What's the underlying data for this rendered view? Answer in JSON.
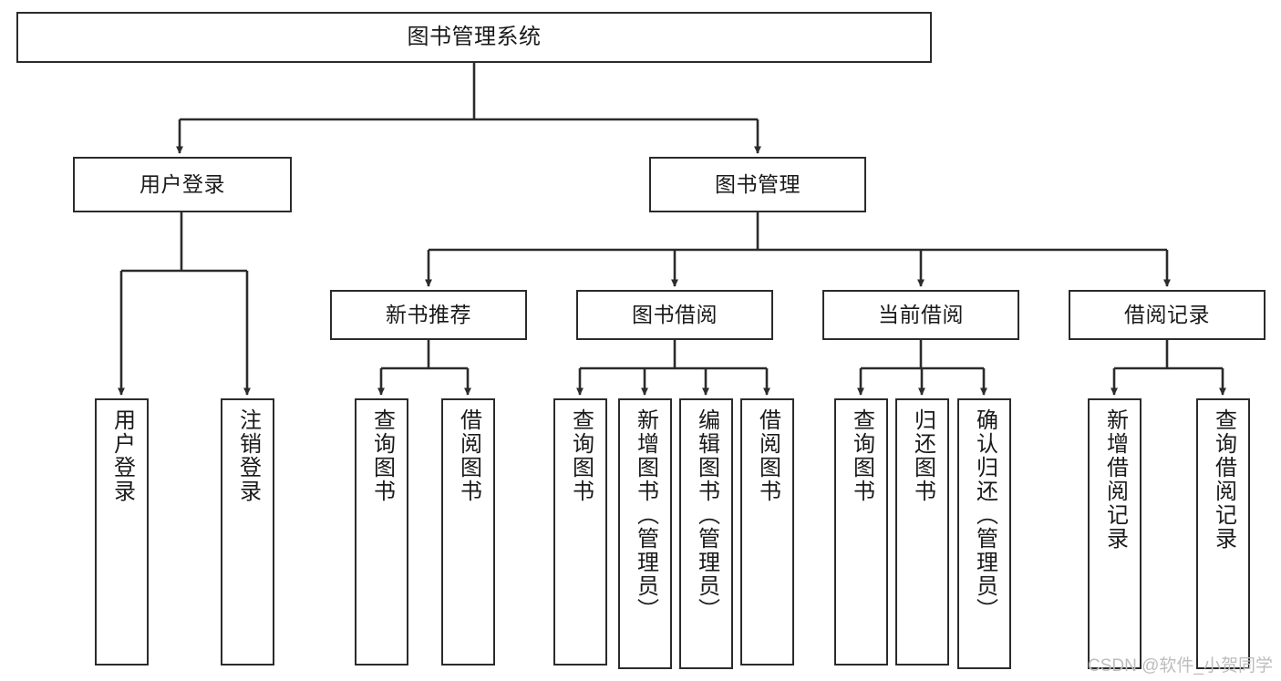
{
  "diagram": {
    "type": "tree-hierarchy",
    "title": "图书管理系统",
    "watermark": "CSDN @软件_小贺同学",
    "colors": {
      "stroke": "#2b2b2b",
      "fill": "#ffffff",
      "text": "#1a1a1a",
      "watermark": "#bdbdbd"
    },
    "nodes": {
      "root": {
        "label": "图书管理系统"
      },
      "level2": [
        {
          "id": "user-login",
          "label": "用户登录"
        },
        {
          "id": "book-manage",
          "label": "图书管理"
        }
      ],
      "level3": [
        {
          "id": "new-book-recommend",
          "label": "新书推荐"
        },
        {
          "id": "book-borrow",
          "label": "图书借阅"
        },
        {
          "id": "current-borrow",
          "label": "当前借阅"
        },
        {
          "id": "borrow-record",
          "label": "借阅记录"
        }
      ],
      "leaves": {
        "user-login": [
          {
            "id": "leaf-user-login",
            "label": "用户登录"
          },
          {
            "id": "leaf-logout-login",
            "label": "注销登录"
          }
        ],
        "new-book-recommend": [
          {
            "id": "leaf-query-book-1",
            "label": "查询图书"
          },
          {
            "id": "leaf-borrow-book-1",
            "label": "借阅图书"
          }
        ],
        "book-borrow": [
          {
            "id": "leaf-query-book-2",
            "label": "查询图书"
          },
          {
            "id": "leaf-add-book",
            "label": "新增图书（管理员）"
          },
          {
            "id": "leaf-edit-book",
            "label": "编辑图书（管理员）"
          },
          {
            "id": "leaf-borrow-book-2",
            "label": "借阅图书"
          }
        ],
        "current-borrow": [
          {
            "id": "leaf-query-book-3",
            "label": "查询图书"
          },
          {
            "id": "leaf-return-book",
            "label": "归还图书"
          },
          {
            "id": "leaf-confirm-return",
            "label": "确认归还（管理员）"
          }
        ],
        "borrow-record": [
          {
            "id": "leaf-add-record",
            "label": "新增借阅记录"
          },
          {
            "id": "leaf-query-record",
            "label": "查询借阅记录"
          }
        ]
      }
    }
  }
}
